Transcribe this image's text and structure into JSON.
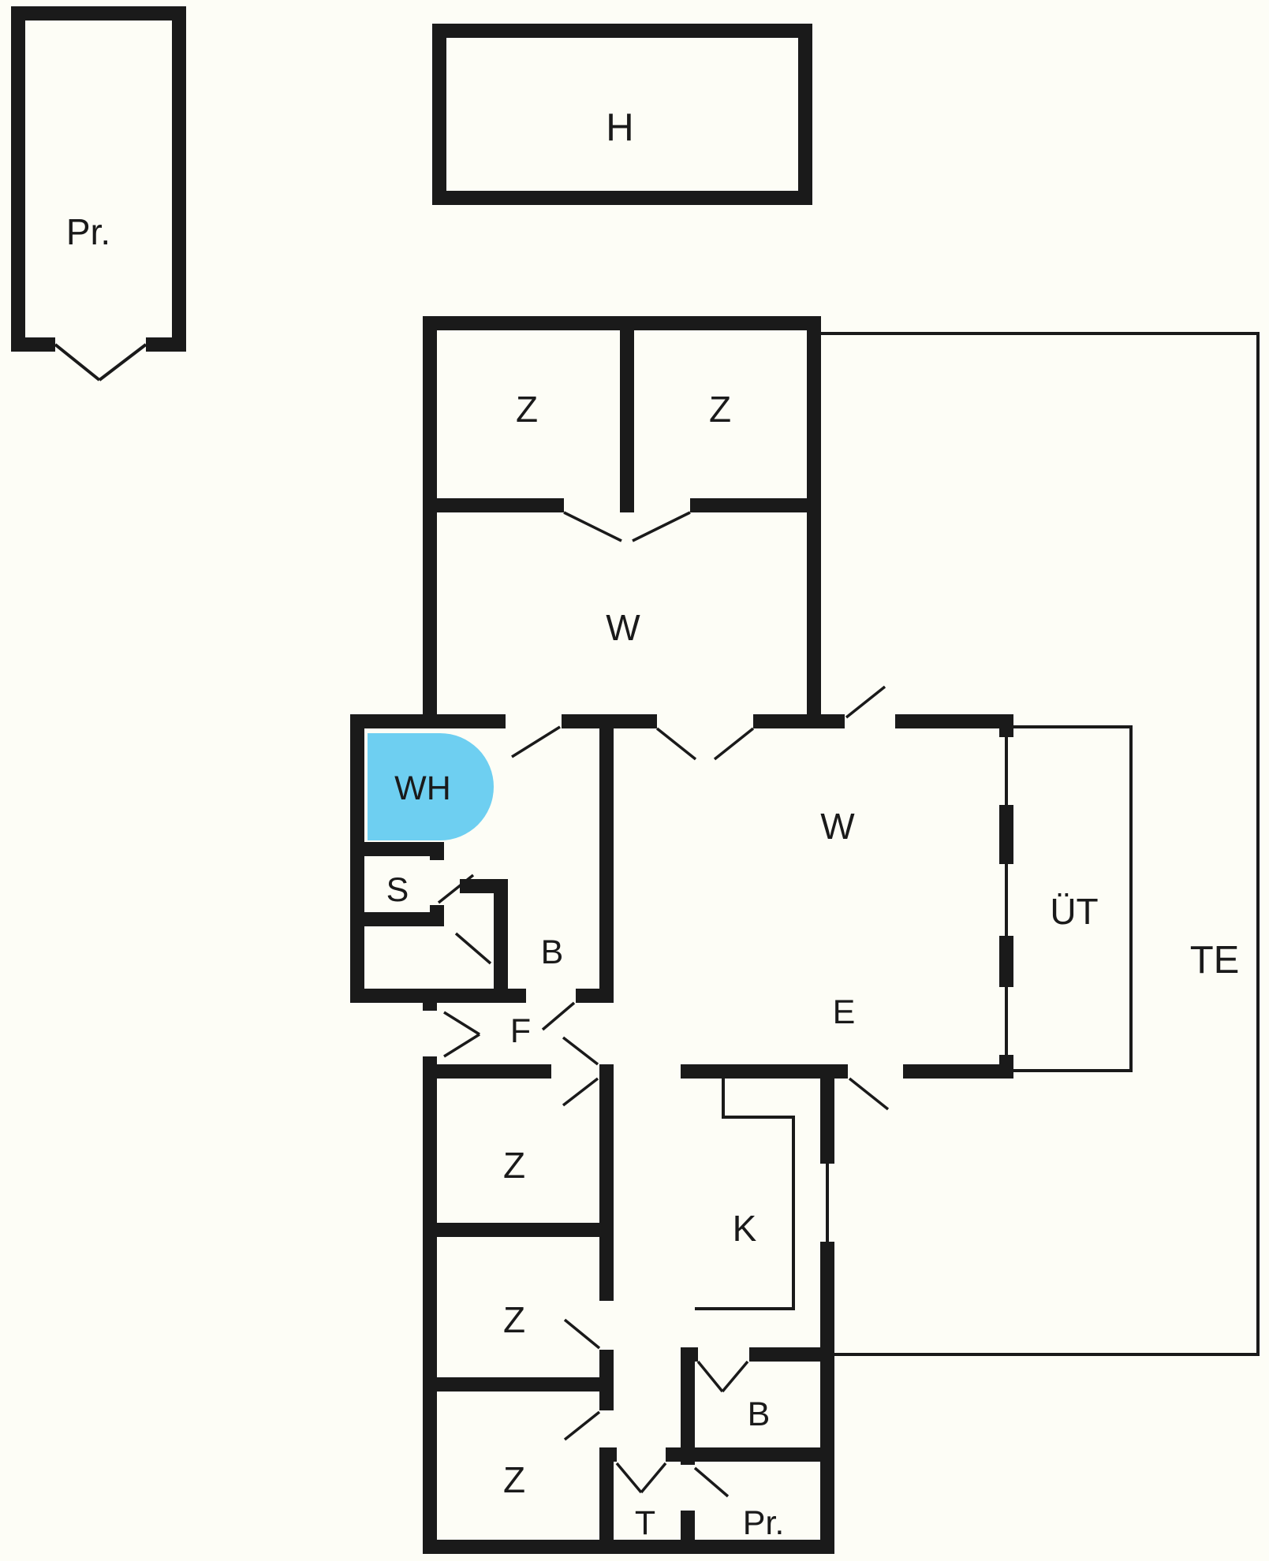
{
  "plan": {
    "outbuildings": {
      "pr": "Pr.",
      "h": "H"
    },
    "rooms": {
      "z_top_left": "Z",
      "z_top_right": "Z",
      "w_upper": "W",
      "wh": "WH",
      "s": "S",
      "b_upper": "B",
      "f": "F",
      "w_hall": "W",
      "e": "E",
      "ut": "ÜT",
      "te": "TE",
      "z1": "Z",
      "z2": "Z",
      "z3": "Z",
      "k": "K",
      "b_lower": "B",
      "t": "T",
      "pr_lower": "Pr."
    },
    "colors": {
      "wall": "#1a1a1a",
      "background": "#fdfdf6",
      "whirlpool": "#6ecff1"
    }
  }
}
